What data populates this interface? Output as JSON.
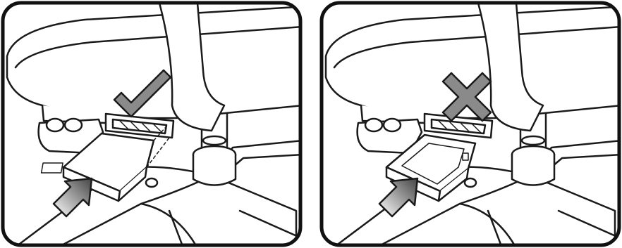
{
  "panels": [
    {
      "id": "correct-insertion",
      "mark": "check-mark",
      "mark_color": "#8a8a8a",
      "battery_face": "label-side-up"
    },
    {
      "id": "incorrect-insertion",
      "mark": "cross-mark",
      "mark_color": "#8a8a8a",
      "battery_face": "flipped"
    }
  ],
  "colors": {
    "outline": "#1a1a1a",
    "fill": "#ffffff",
    "arrow_gradient_start": "#ffffff",
    "arrow_gradient_end": "#555555"
  }
}
